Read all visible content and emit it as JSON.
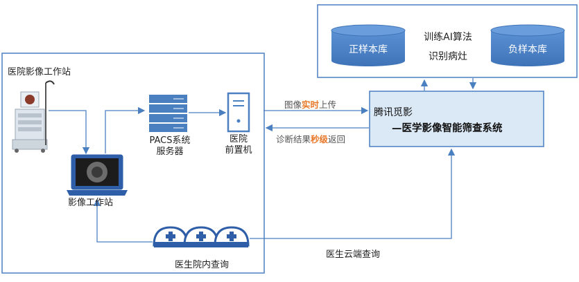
{
  "hospital_workstation_label": "医院影像工作站",
  "pacs_label_line1": "PACS系统",
  "pacs_label_line2": "服务器",
  "front_label_line1": "医院",
  "front_label_line2": "前置机",
  "imaging_station_label": "影像工作站",
  "doctor_query_label": "医生院内查询",
  "upload_pre": "图像",
  "upload_hl": "实时",
  "upload_post": "上传",
  "return_pre": "诊断结果",
  "return_hl": "秒级",
  "return_post": "返回",
  "system_name": "腾讯觅影",
  "system_subtitle": "—医学影像智能筛查系统",
  "positive_db": "正样本库",
  "negative_db": "负样本库",
  "train_line1": "训练AI算法",
  "train_line2": "识别病灶",
  "cloud_query_label": "医生云端查询",
  "colors": {
    "accent_blue": "#4a7fc0",
    "db_fill": "#4a82c8",
    "system_box_fill": "#dbe8f6",
    "highlight": "#e8782a"
  }
}
